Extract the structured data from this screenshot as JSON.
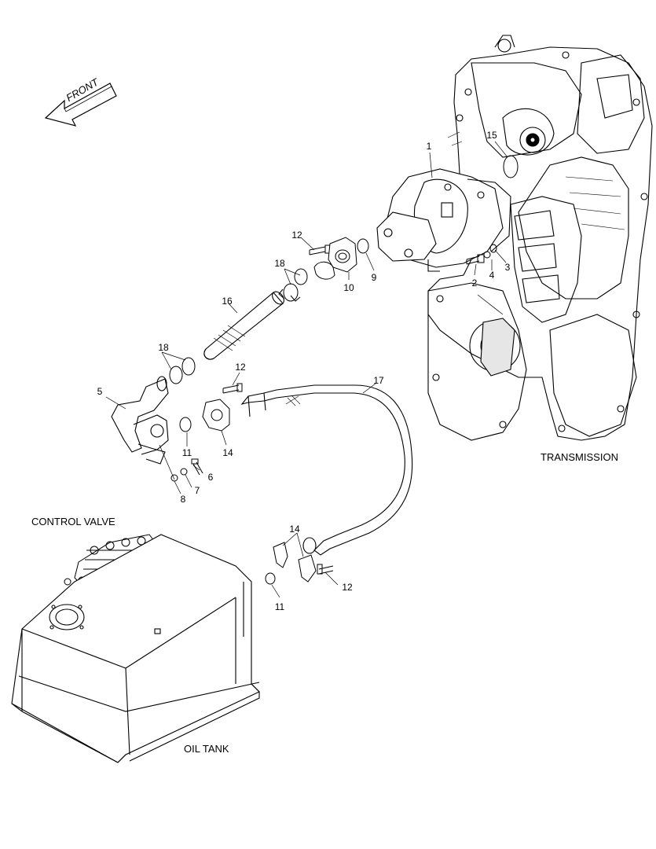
{
  "labels": {
    "front": "FRONT",
    "transmission": "TRANSMISSION",
    "control_valve": "CONTROL VALVE",
    "oil_tank": "OIL TANK"
  },
  "callouts": [
    {
      "id": "c1",
      "text": "1"
    },
    {
      "id": "c15",
      "text": "15"
    },
    {
      "id": "c12a",
      "text": "12"
    },
    {
      "id": "c18a",
      "text": "18"
    },
    {
      "id": "c10",
      "text": "10"
    },
    {
      "id": "c9",
      "text": "9"
    },
    {
      "id": "c2",
      "text": "2"
    },
    {
      "id": "c4",
      "text": "4"
    },
    {
      "id": "c3",
      "text": "3"
    },
    {
      "id": "c16",
      "text": "16"
    },
    {
      "id": "c18b",
      "text": "18"
    },
    {
      "id": "c12b",
      "text": "12"
    },
    {
      "id": "c17",
      "text": "17"
    },
    {
      "id": "c5",
      "text": "5"
    },
    {
      "id": "c11a",
      "text": "11"
    },
    {
      "id": "c14a",
      "text": "14"
    },
    {
      "id": "c6",
      "text": "6"
    },
    {
      "id": "c7",
      "text": "7"
    },
    {
      "id": "c8",
      "text": "8"
    },
    {
      "id": "c14b",
      "text": "14"
    },
    {
      "id": "c11b",
      "text": "11"
    },
    {
      "id": "c12c",
      "text": "12"
    }
  ],
  "colors": {
    "line": "#000000",
    "background": "#ffffff",
    "shade": "#e6e6e6"
  }
}
